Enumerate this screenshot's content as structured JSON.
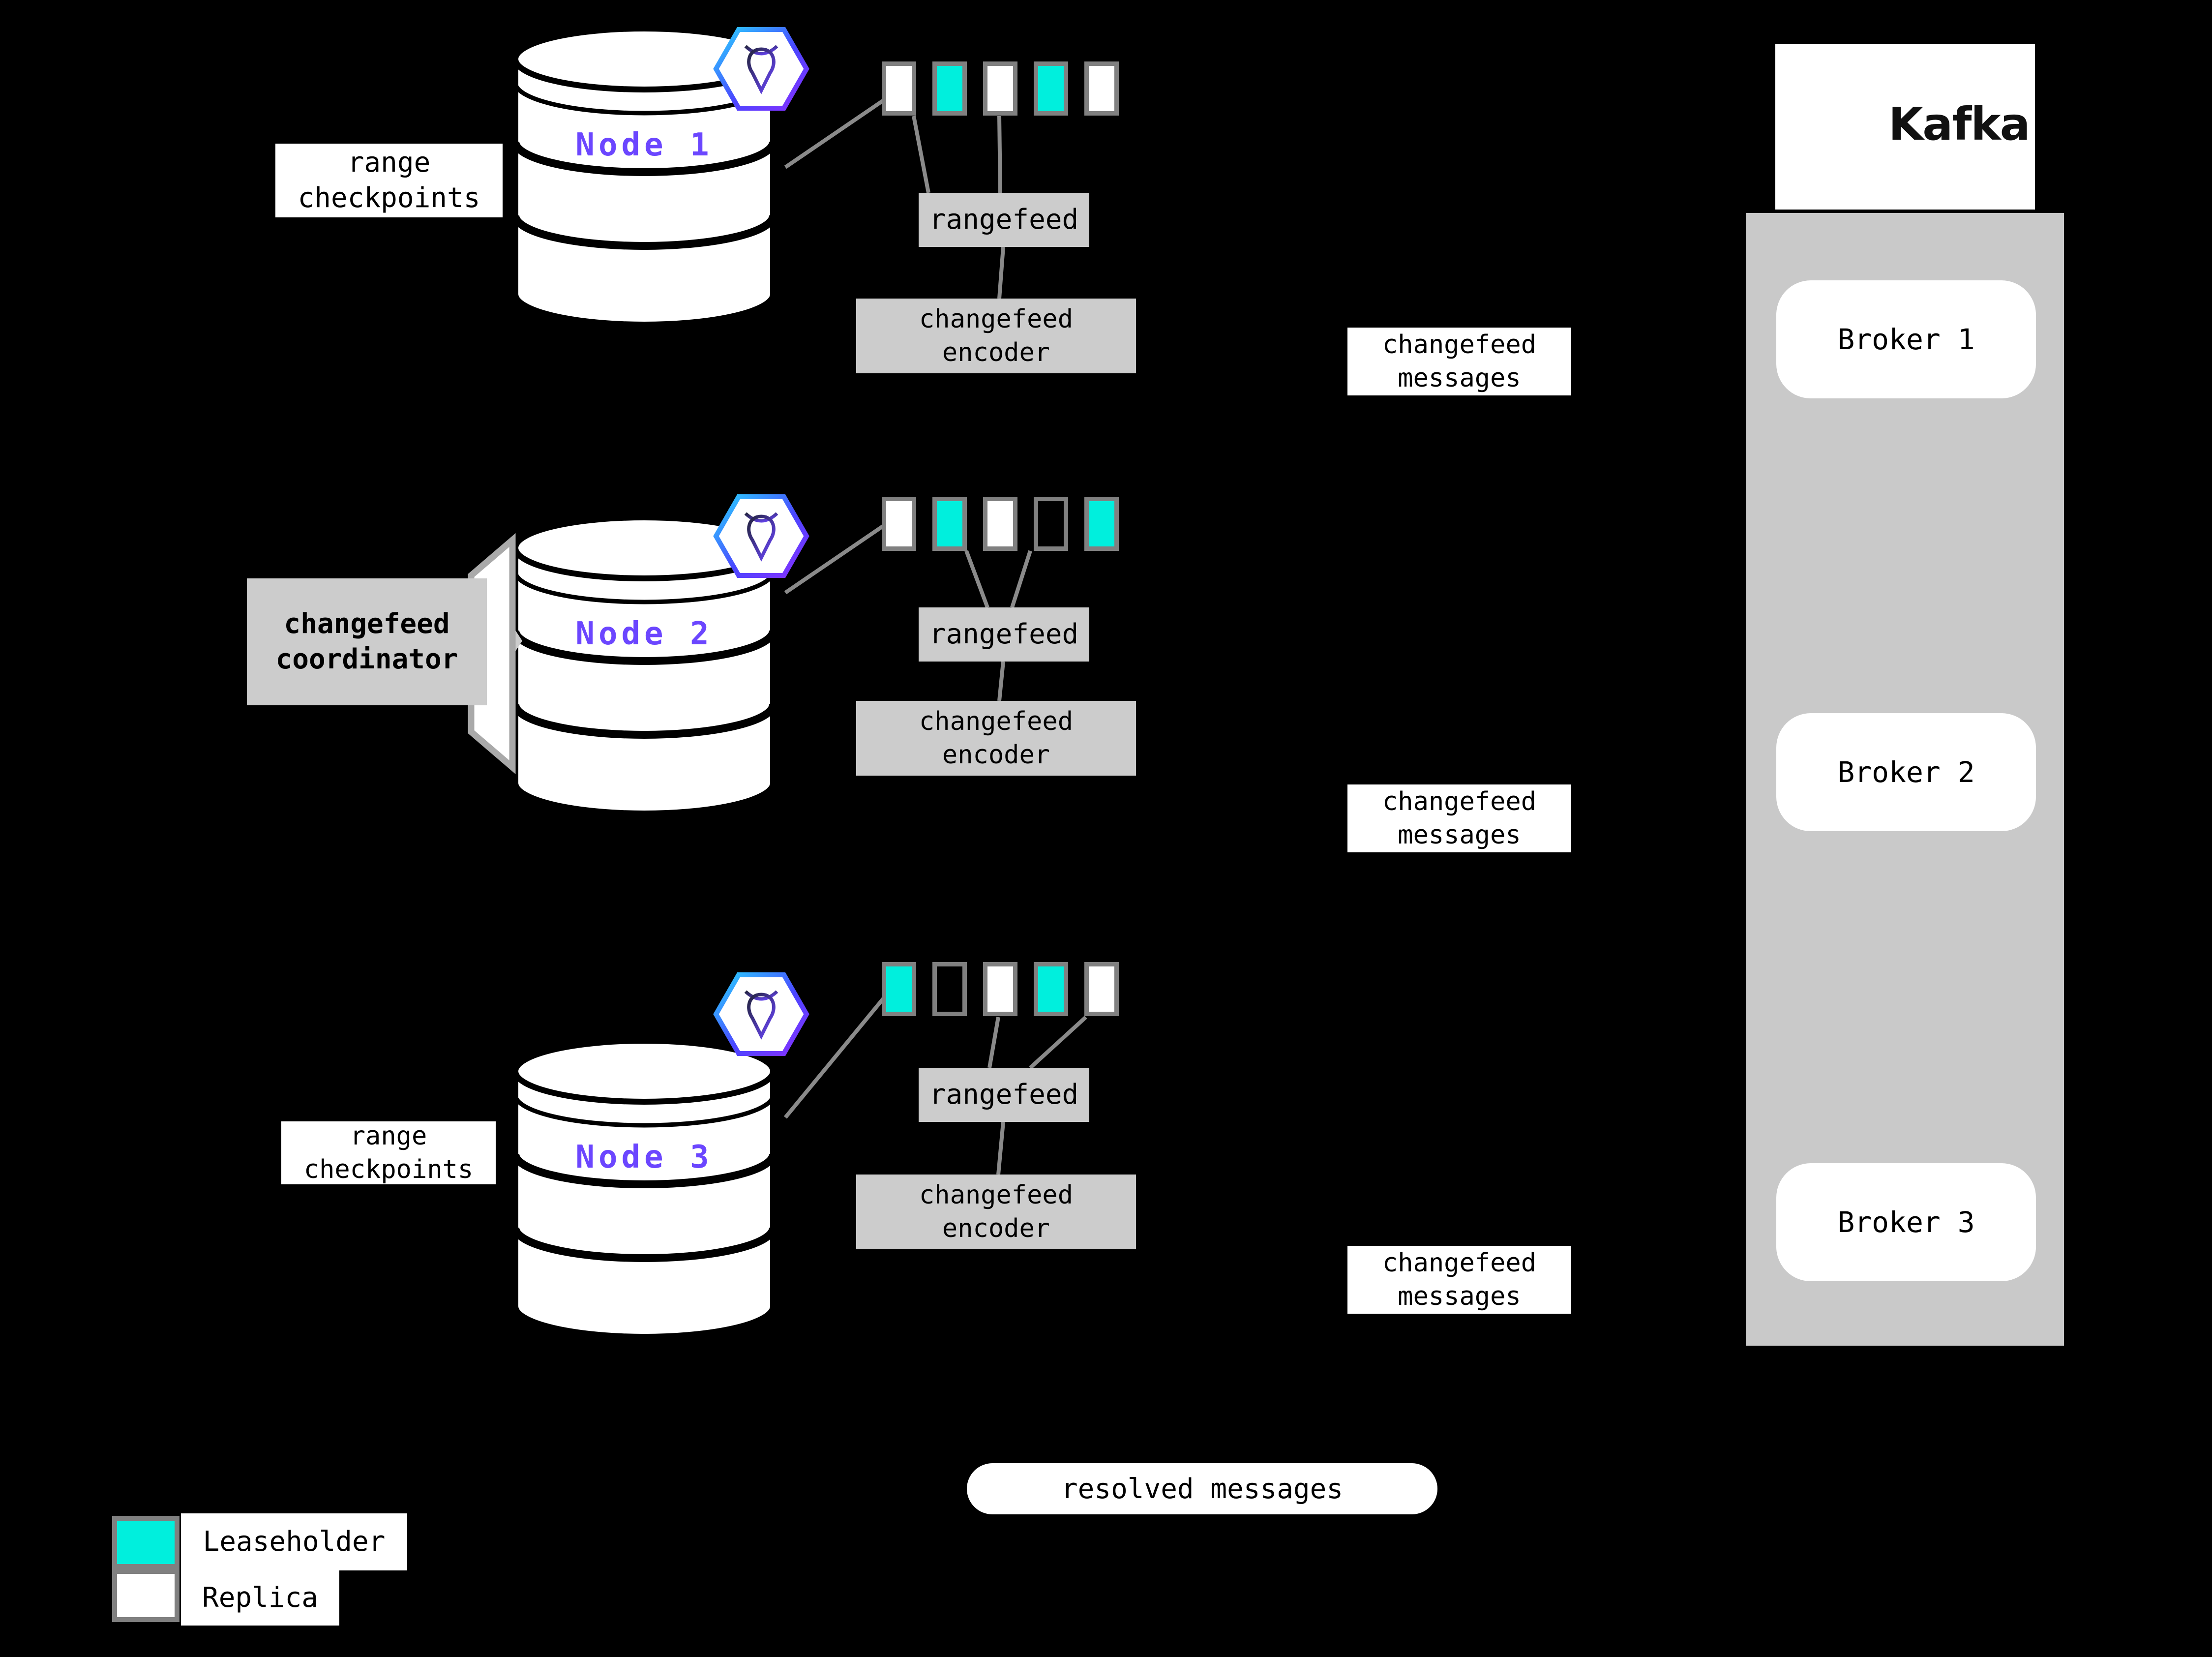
{
  "colors": {
    "background": "#000000",
    "leaseholder": "#00efdd",
    "replica": "#ffffff",
    "box_gray": "#cccccc",
    "container_gray": "#c9c9c9",
    "border_gray": "#808080",
    "line_gray": "#8a8a8a",
    "node_purple": "#6b46ff"
  },
  "nodes": [
    {
      "label": "Node 1",
      "side_label_lines": [
        "range",
        "checkpoints"
      ],
      "ranges": [
        "replica",
        "leaseholder",
        "replica",
        "leaseholder",
        "replica"
      ],
      "rangefeed_label": "rangefeed",
      "encoder_lines": [
        "changefeed",
        "encoder"
      ],
      "messages_lines": [
        "changefeed",
        "messages"
      ]
    },
    {
      "label": "Node 2",
      "side_label_lines": [
        "changefeed",
        "coordinator"
      ],
      "ranges": [
        "replica",
        "leaseholder",
        "replica",
        "none",
        "leaseholder"
      ],
      "rangefeed_label": "rangefeed",
      "encoder_lines": [
        "changefeed",
        "encoder"
      ],
      "messages_lines": [
        "changefeed",
        "messages"
      ]
    },
    {
      "label": "Node 3",
      "side_label_lines": [
        "range",
        "checkpoints"
      ],
      "ranges": [
        "leaseholder",
        "none",
        "replica",
        "leaseholder",
        "replica"
      ],
      "rangefeed_label": "rangefeed",
      "encoder_lines": [
        "changefeed",
        "encoder"
      ],
      "messages_lines": [
        "changefeed",
        "messages"
      ]
    }
  ],
  "kafka": {
    "title": "Kafka",
    "brokers": [
      "Broker 1",
      "Broker 2",
      "Broker 3"
    ]
  },
  "resolved_messages_label": "resolved messages",
  "legend": [
    {
      "label": "Leaseholder",
      "kind": "leaseholder"
    },
    {
      "label": "Replica",
      "kind": "replica"
    }
  ]
}
